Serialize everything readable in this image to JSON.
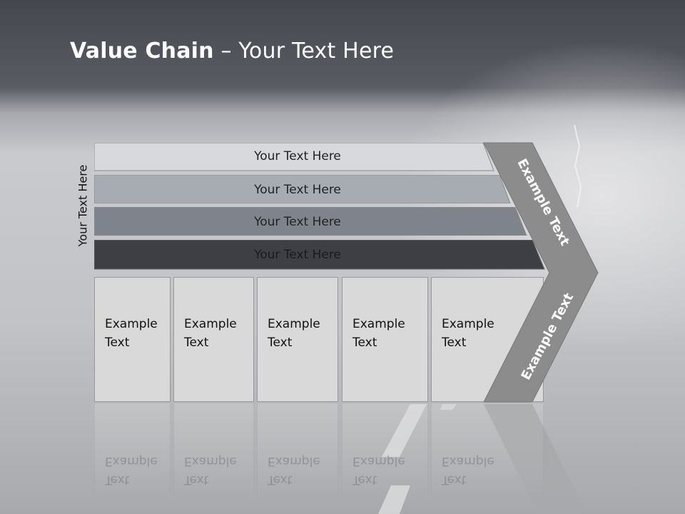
{
  "title": {
    "bold": "Value Chain",
    "rest": " – Your Text Here"
  },
  "side_label": "Your Text Here",
  "bars": [
    {
      "label": "Your Text Here",
      "fill": "#d8d9dd",
      "text_color": "#222222"
    },
    {
      "label": "Your Text Here",
      "fill": "#a7acb3",
      "text_color": "#222222"
    },
    {
      "label": "Your Text Here",
      "fill": "#7f838c",
      "text_color": "#222222"
    },
    {
      "label": "Your Text Here",
      "fill": "#3e3f45",
      "text_color": "#1a1a1a"
    }
  ],
  "boxes": [
    {
      "line1": "Example",
      "line2": "Text"
    },
    {
      "line1": "Example",
      "line2": "Text"
    },
    {
      "line1": "Example",
      "line2": "Text"
    },
    {
      "line1": "Example",
      "line2": "Text"
    },
    {
      "line1": "Example",
      "line2": "Text"
    }
  ],
  "chevron": {
    "upper_label": "Example Text",
    "lower_label": "Example Text",
    "fill": "#8c8c8c"
  },
  "colors": {
    "header_dark": "#474a52",
    "box_fill": "#d9d9d9"
  }
}
